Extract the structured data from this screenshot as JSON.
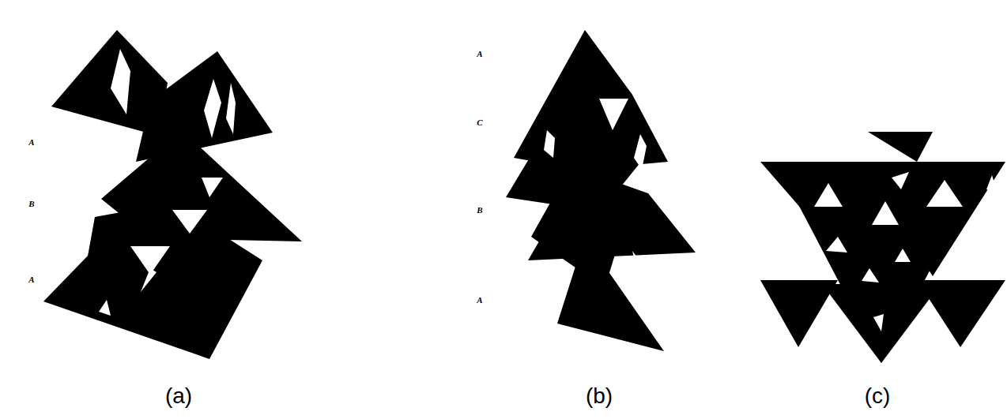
{
  "diagram": {
    "labels": [
      "A",
      "B",
      "A",
      "A",
      "C",
      "B",
      "A",
      "(a)",
      "(b)",
      "(c)"
    ]
  }
}
